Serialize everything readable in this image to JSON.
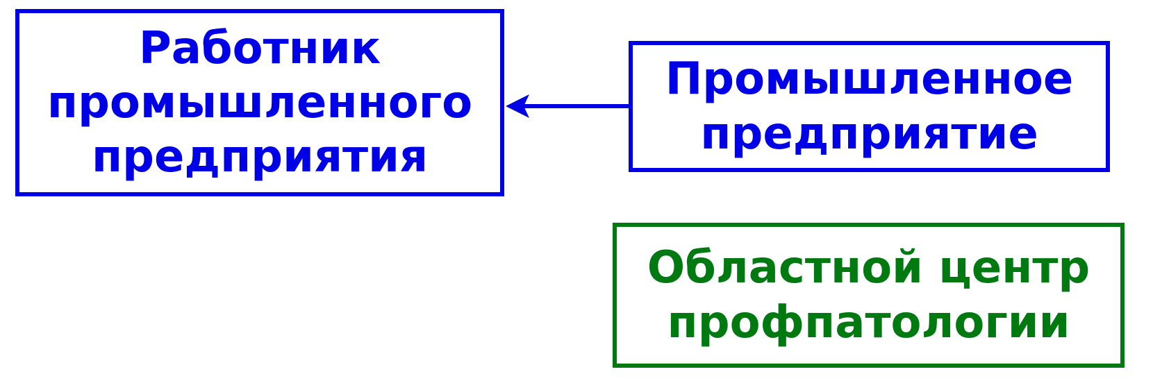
{
  "diagram": {
    "nodes": [
      {
        "id": "worker",
        "label": "Работник\nпромышленного\nпредприятия",
        "color": "#0000e6"
      },
      {
        "id": "enterprise",
        "label": "Промышленное\nпредприятие",
        "color": "#0000e6"
      },
      {
        "id": "center",
        "label": "Областной центр\nпрофпатологии",
        "color": "#007a10"
      }
    ],
    "edges": [
      {
        "from": "enterprise",
        "to": "worker",
        "color": "#0000e6"
      }
    ]
  }
}
